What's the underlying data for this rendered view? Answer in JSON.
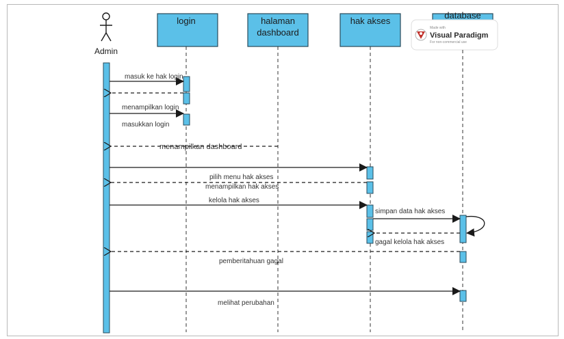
{
  "actor": {
    "name": "Admin",
    "icon": "stick-figure-icon"
  },
  "lifelines": [
    {
      "id": "login",
      "label_lines": [
        "login"
      ]
    },
    {
      "id": "dashboard",
      "label_lines": [
        "halaman",
        "dashboard"
      ]
    },
    {
      "id": "hak-akses",
      "label_lines": [
        "hak akses"
      ]
    },
    {
      "id": "database",
      "label_lines": [
        "database"
      ]
    }
  ],
  "watermark": {
    "small": "Made with",
    "brand": "Visual Paradigm",
    "tagline": "For non-commercial use"
  },
  "messages": [
    {
      "text": "masuk ke  hak login",
      "type": "sync"
    },
    {
      "text": "",
      "type": "return"
    },
    {
      "text": "menampilkan login",
      "type": "sync"
    },
    {
      "text": "masukkan login",
      "type": "label"
    },
    {
      "text": "menampilkan dashboard",
      "type": "return"
    },
    {
      "text": "pilih menu hak akses",
      "type": "sync"
    },
    {
      "text": "menampilkan hak akses",
      "type": "return"
    },
    {
      "text": "kelola hak akses",
      "type": "sync"
    },
    {
      "text": "simpan data hak akses",
      "type": "sync"
    },
    {
      "text": "",
      "type": "self"
    },
    {
      "text": "gagal kelola hak akses",
      "type": "return"
    },
    {
      "text": "pemberitahuan gagal",
      "type": "return"
    },
    {
      "text": "melihat perubahan",
      "type": "sync"
    }
  ],
  "colors": {
    "box_fill": "#5bc0e8",
    "box_stroke": "#2a4a5a",
    "line": "#1a1a1a"
  }
}
